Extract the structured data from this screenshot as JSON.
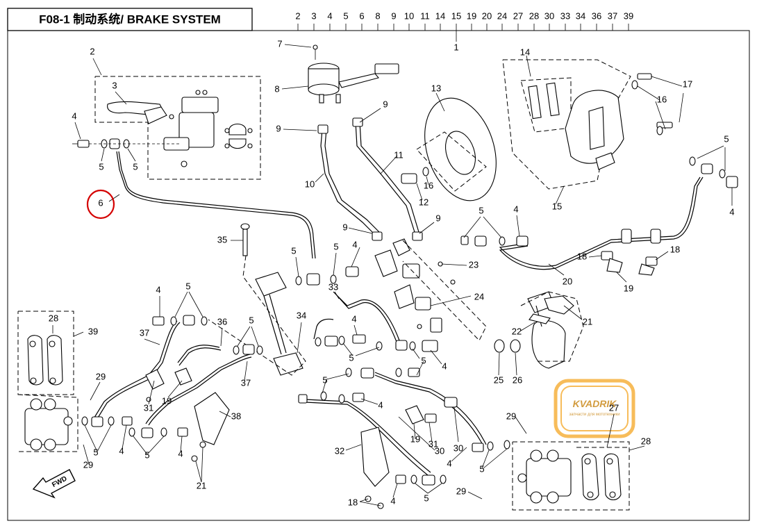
{
  "title": "F08-1 制动系统/ BRAKE SYSTEM",
  "top_refs": [
    "2",
    "3",
    "4",
    "5",
    "6",
    "8",
    "9",
    "10",
    "11",
    "14",
    "15",
    "19",
    "20",
    "24",
    "27",
    "28",
    "30",
    "33",
    "34",
    "36",
    "37",
    "39"
  ],
  "top_group_label": "1",
  "highlighted_callout": "6",
  "highlight_color": "#d40000",
  "watermark": {
    "text": "KVADRIK",
    "sub": "запчасти для мототехники",
    "color": "#f5a623"
  },
  "fwd_label": "FWD",
  "callouts": {
    "c2": "2",
    "c3": "3",
    "c4a": "4",
    "c5a": "5",
    "c5b": "5",
    "c6": "6",
    "c7": "7",
    "c8": "8",
    "c9a": "9",
    "c9b": "9",
    "c10": "10",
    "c11": "11",
    "c13": "13",
    "c16a": "16",
    "c12": "12",
    "c14": "14",
    "c17": "17",
    "c16b": "16",
    "c5c": "5",
    "c4b": "4",
    "c15": "15",
    "c9c": "9",
    "c9d": "9",
    "c5d": "5",
    "c4c": "4",
    "c35": "35",
    "c5e": "5",
    "c5f": "5",
    "c4d": "4",
    "c23": "23",
    "c18a": "18",
    "c18b": "18",
    "c19a": "19",
    "c20": "20",
    "c33": "33",
    "c24": "24",
    "c34": "34",
    "c4e": "4",
    "c5g": "5",
    "c28a": "28",
    "c39": "39",
    "c37a": "37",
    "c36": "36",
    "c5h": "5",
    "c4f": "4",
    "c5i": "5",
    "c5j": "5",
    "c4g": "4",
    "c22": "22",
    "c21a": "21",
    "c25": "25",
    "c26": "26",
    "c29a": "29",
    "c31a": "31",
    "c19b": "19",
    "c37b": "37",
    "c38": "38",
    "c5k": "5",
    "c4h": "4",
    "c5l": "5",
    "c4i": "4",
    "c29b": "29",
    "c21b": "21",
    "c5m": "5",
    "c4j": "4",
    "c19c": "19",
    "c31b": "31",
    "c32": "32",
    "c30a": "30",
    "c30b": "30",
    "c4k": "4",
    "c5n": "5",
    "c29c": "29",
    "c27": "27",
    "c28b": "28",
    "c18c": "18",
    "c4l": "4",
    "c5o": "5",
    "c29d": "29"
  }
}
